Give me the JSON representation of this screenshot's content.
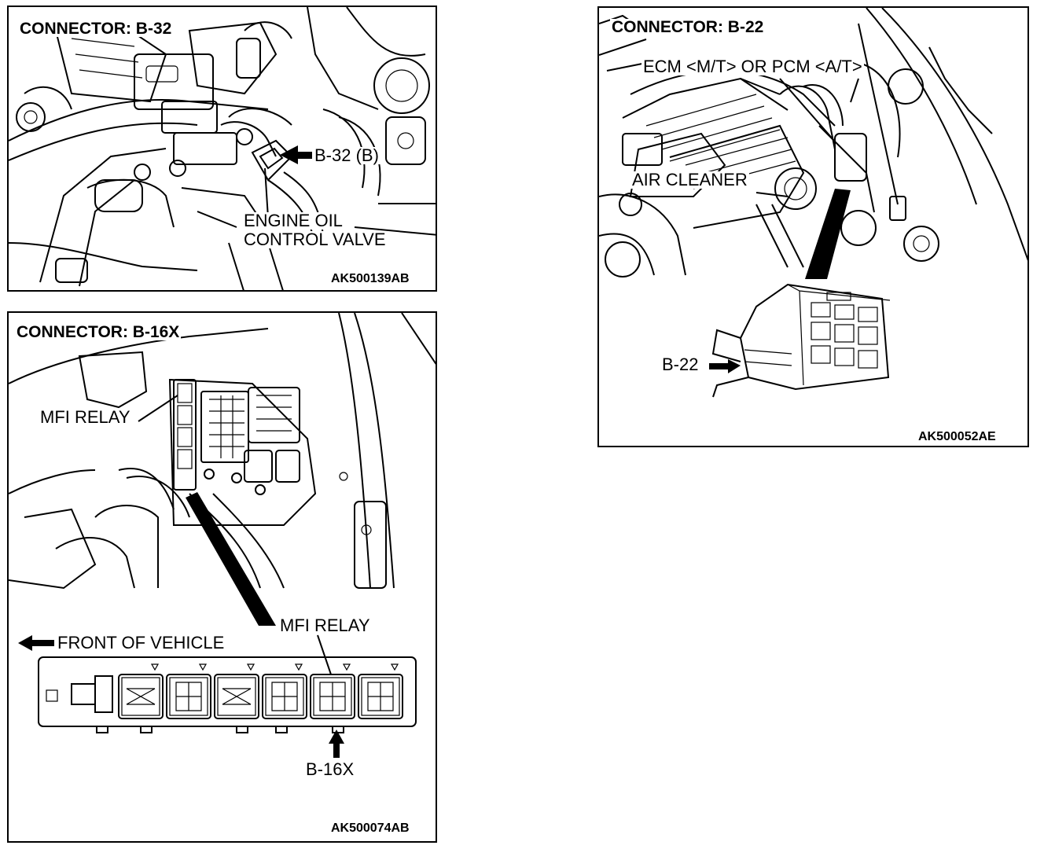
{
  "panels": {
    "b32": {
      "title": "CONNECTOR: B-32",
      "connector_callout": "B-32 (B)",
      "component_line1": "ENGINE OIL",
      "component_line2": "CONTROL VALVE",
      "code": "AK500139AB"
    },
    "b16x": {
      "title": "CONNECTOR: B-16X",
      "relay_label_top": "MFI RELAY",
      "relay_label_bottom": "MFI RELAY",
      "front_label": "FRONT OF VEHICLE",
      "connector_callout": "B-16X",
      "code": "AK500074AB"
    },
    "b22": {
      "title": "CONNECTOR: B-22",
      "ecm_label": "ECM <M/T> OR PCM <A/T>",
      "air_cleaner_label": "AIR CLEANER",
      "connector_callout": "B-22",
      "code": "AK500052AE"
    }
  }
}
